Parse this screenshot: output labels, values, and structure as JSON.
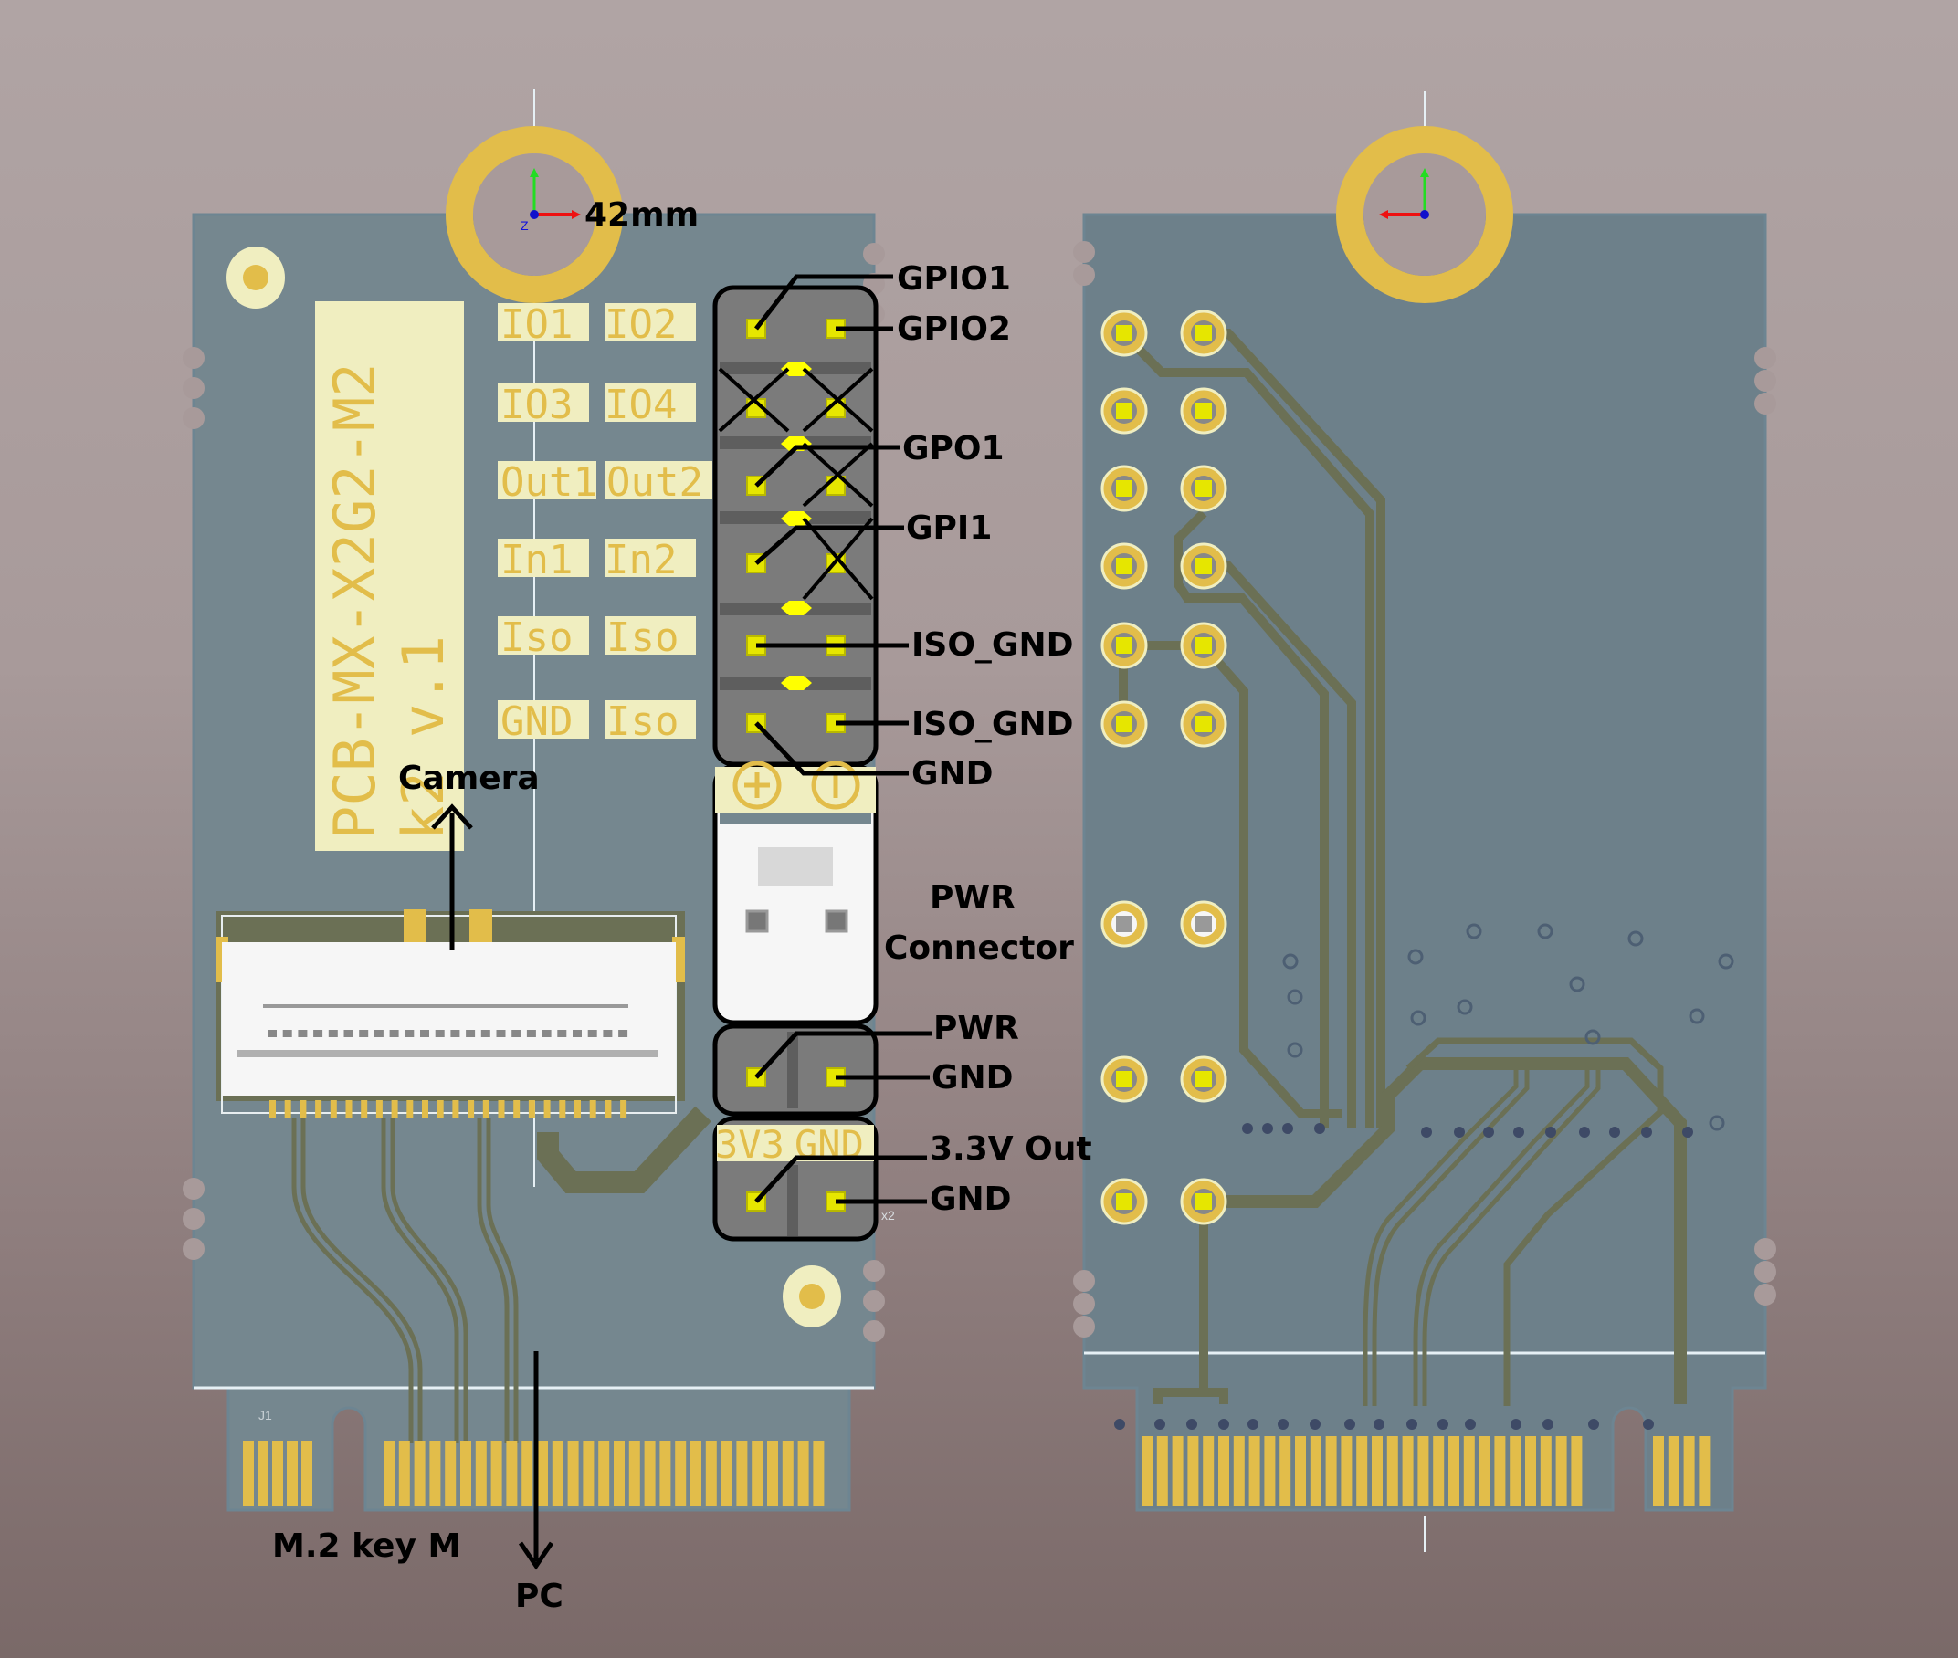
{
  "title": "PCB-MX-X2G2-M2 top and bottom layer view",
  "dimension_label": "42mm",
  "board_silkscreen": {
    "part_number": "PCB-MX-X2G2-M2",
    "revision": "k2 v.1",
    "pin_labels_left": [
      "IO1",
      "IO3",
      "Out1",
      "In1",
      "Iso",
      "GND"
    ],
    "pin_labels_right": [
      "IO2",
      "IO4",
      "Out2",
      "In2",
      "Iso",
      "Iso"
    ],
    "power_labels": [
      "3V3",
      "GND"
    ],
    "designator_edge": "J1",
    "header_suffix": "x2"
  },
  "callouts": {
    "gpio1": "GPIO1",
    "gpio2": "GPIO2",
    "gpo1": "GPO1",
    "gpi1": "GPI1",
    "iso_gnd_1": "ISO_GND",
    "iso_gnd_2": "ISO_GND",
    "gnd_1": "GND",
    "pwr_connector_line1": "PWR",
    "pwr_connector_line2": "Connector",
    "pwr": "PWR",
    "gnd_2": "GND",
    "out_3v3": "3.3V Out",
    "gnd_3": "GND",
    "camera": "Camera",
    "m2_key": "M.2 key M",
    "pc": "PC"
  },
  "axes": {
    "x": "X",
    "y": "Y",
    "z": "Z"
  },
  "colors": {
    "board": "#75878f",
    "copper": "#e2bd4a",
    "silk_bg": "#f0eec0",
    "trace": "#6b7055",
    "header": "#7b7b7b",
    "pad": "#e6e600",
    "pad_bright": "#ffff00"
  }
}
